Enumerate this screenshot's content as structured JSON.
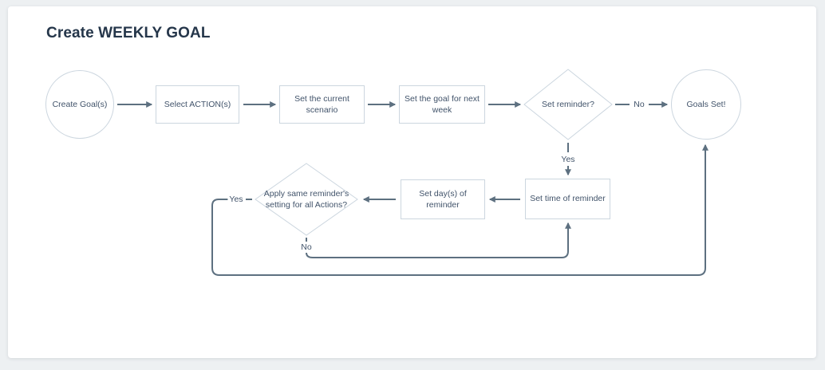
{
  "title": "Create WEEKLY GOAL",
  "diagram": {
    "nodes": [
      {
        "id": "start",
        "type": "circle",
        "label": "Create Goal(s)"
      },
      {
        "id": "select-actions",
        "type": "process",
        "label": "Select ACTION(s)"
      },
      {
        "id": "current-scenario",
        "type": "process",
        "label": "Set the current scenario"
      },
      {
        "id": "goal-next-week",
        "type": "process",
        "label": "Set the goal for next week"
      },
      {
        "id": "set-reminder",
        "type": "decision",
        "label": "Set reminder?"
      },
      {
        "id": "goals-set",
        "type": "circle",
        "label": "Goals Set!"
      },
      {
        "id": "set-time",
        "type": "process",
        "label": "Set time of reminder"
      },
      {
        "id": "set-days",
        "type": "process",
        "label": "Set day(s) of reminder"
      },
      {
        "id": "apply-same",
        "type": "decision",
        "label": "Apply same reminder's setting for all Actions?"
      }
    ],
    "edge_labels": {
      "reminder_no": "No",
      "reminder_yes": "Yes",
      "apply_yes": "Yes",
      "apply_no": "No"
    }
  },
  "colors": {
    "background": "#edf0f2",
    "card": "#ffffff",
    "connector": "#5d7080",
    "node_border": "#ccd6df",
    "text": "#41536a",
    "title_text": "#25364a"
  }
}
